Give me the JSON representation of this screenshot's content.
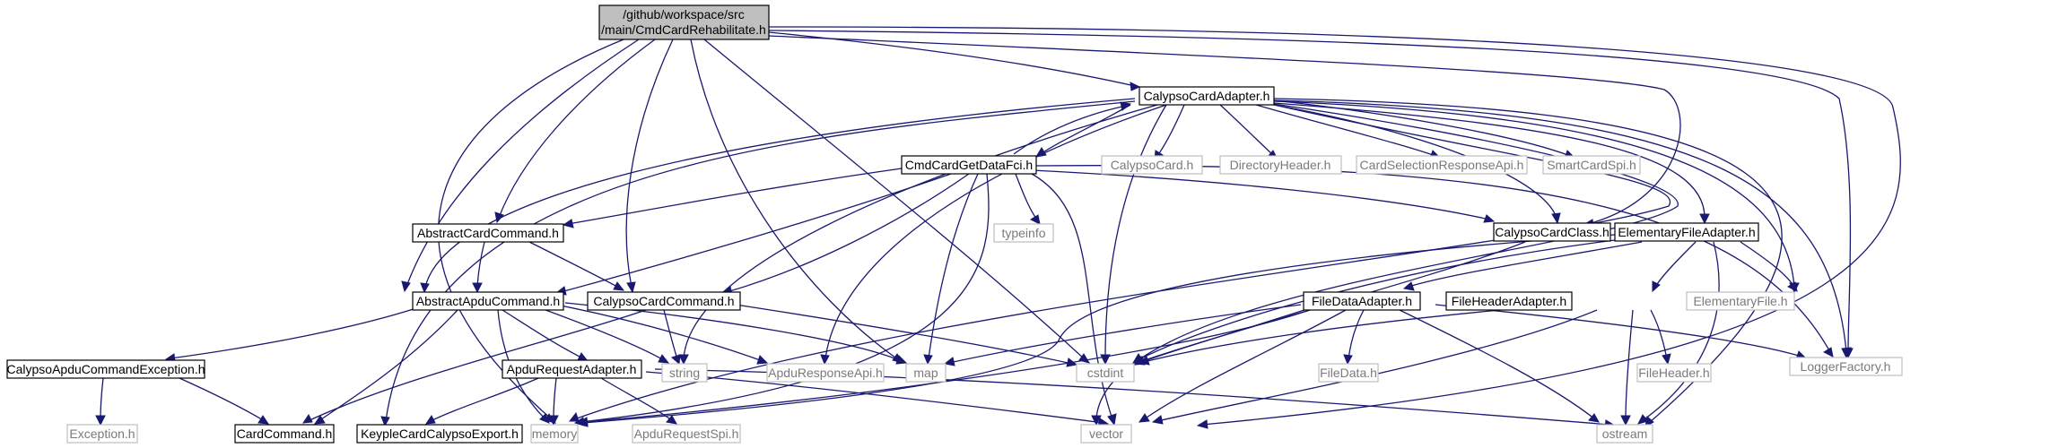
{
  "root": {
    "line1": "/github/workspace/src",
    "line2": "/main/CmdCardRehabilitate.h"
  },
  "nodes": {
    "calypso_card_adapter": "CalypsoCardAdapter.h",
    "cmd_card_get_data_fci": "CmdCardGetDataFci.h",
    "calypso_card": "CalypsoCard.h",
    "directory_header": "DirectoryHeader.h",
    "card_selection_response_api": "CardSelectionResponseApi.h",
    "smart_card_spi": "SmartCardSpi.h",
    "abstract_card_command": "AbstractCardCommand.h",
    "typeinfo": "typeinfo",
    "calypso_card_class": "CalypsoCardClass.h",
    "elementary_file_adapter": "ElementaryFileAdapter.h",
    "elementary_file": "ElementaryFile.h",
    "abstract_apdu_command": "AbstractApduCommand.h",
    "calypso_card_command": "CalypsoCardCommand.h",
    "file_data_adapter": "FileDataAdapter.h",
    "file_header_adapter": "FileHeaderAdapter.h",
    "calypso_apdu_command_exception": "CalypsoApduCommandException.h",
    "apdu_request_adapter": "ApduRequestAdapter.h",
    "string": "string",
    "apdu_response_api": "ApduResponseApi.h",
    "map": "map",
    "cstdint": "cstdint",
    "file_data": "FileData.h",
    "file_header": "FileHeader.h",
    "logger_factory": "LoggerFactory.h",
    "exception": "Exception.h",
    "card_command": "CardCommand.h",
    "keyple_card_calypso_export": "KeypleCardCalypsoExport.h",
    "memory": "memory",
    "apdu_request_spi": "ApduRequestSpi.h",
    "vector": "vector",
    "ostream": "ostream"
  },
  "colors": {
    "edge": "#191970",
    "internal_border": "#000000",
    "external_border": "#bfbfbf",
    "external_text": "#7a7a7a",
    "root_fill": "#bfbfbf"
  }
}
